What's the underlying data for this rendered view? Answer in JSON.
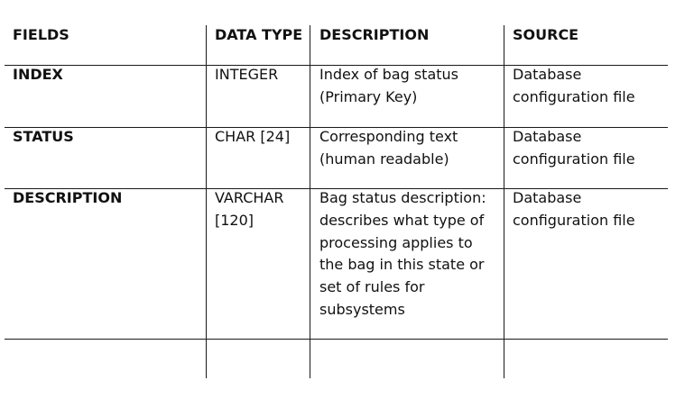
{
  "table": {
    "headers": {
      "fields": "FIELDS",
      "data_type": "DATA TYPE",
      "description": "DESCRIPTION",
      "source": "SOURCE"
    },
    "rows": [
      {
        "field": "INDEX",
        "data_type_lines": [
          "INTEGER"
        ],
        "description_lines": [
          "Index of bag status",
          "(Primary Key)"
        ],
        "source_lines": [
          "Database",
          "configuration file"
        ]
      },
      {
        "field": "STATUS",
        "data_type_lines": [
          "CHAR [24]"
        ],
        "description_lines": [
          "Corresponding text",
          "(human readable)"
        ],
        "source_lines": [
          "Database",
          "configuration file"
        ]
      },
      {
        "field": "DESCRIPTION",
        "data_type_lines": [
          "VARCHAR",
          "[120]"
        ],
        "description_lines": [
          "Bag status description:",
          "describes what type of",
          "processing applies to",
          "the bag in this state or",
          "set of rules for",
          "subsystems"
        ],
        "source_lines": [
          "Database",
          "configuration file"
        ]
      }
    ]
  }
}
